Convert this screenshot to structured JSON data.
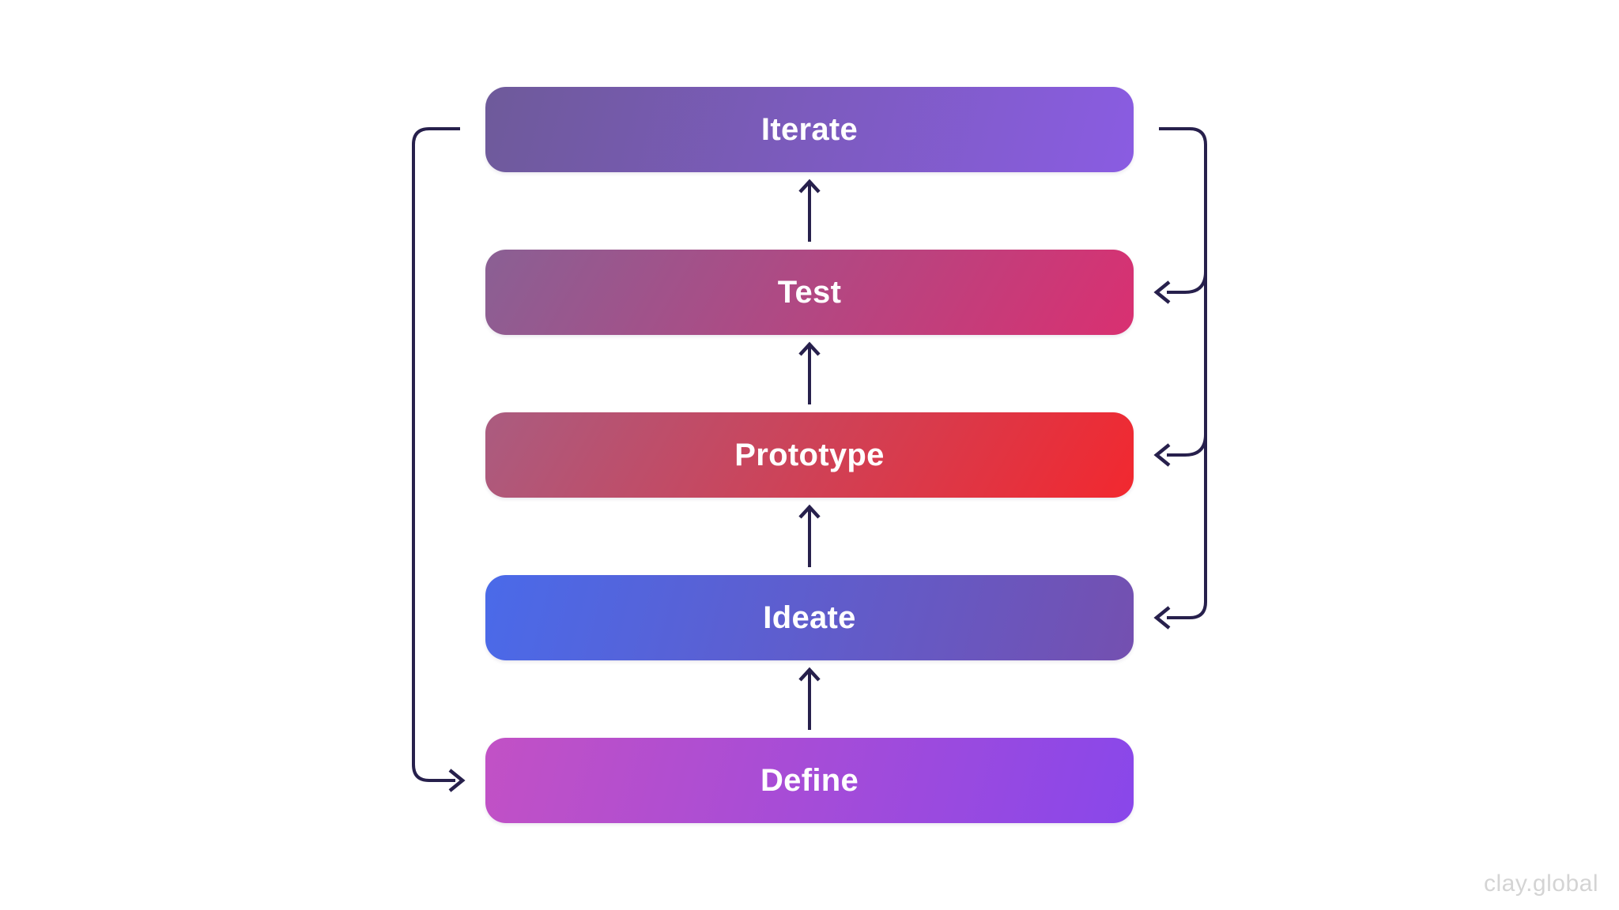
{
  "diagram": {
    "type": "process-flow",
    "stages": [
      {
        "label": "Iterate",
        "gradient_start": "#6e5a9a",
        "gradient_end": "#8a5ce2",
        "gradient_angle": "105deg"
      },
      {
        "label": "Test",
        "gradient_start": "#8a6094",
        "gradient_end": "#d93071",
        "gradient_angle": "120deg"
      },
      {
        "label": "Prototype",
        "gradient_start": "#aa5c80",
        "gradient_end": "#f2282f",
        "gradient_angle": "120deg"
      },
      {
        "label": "Ideate",
        "gradient_start": "#4a6ae9",
        "gradient_end": "#7450b0",
        "gradient_angle": "105deg"
      },
      {
        "label": "Define",
        "gradient_start": "#c251c5",
        "gradient_end": "#8947ea",
        "gradient_angle": "105deg"
      }
    ],
    "process_order": [
      "Define",
      "Ideate",
      "Prototype",
      "Test",
      "Iterate"
    ],
    "forward_arrows": [
      {
        "from": "Define",
        "to": "Ideate"
      },
      {
        "from": "Ideate",
        "to": "Prototype"
      },
      {
        "from": "Prototype",
        "to": "Test"
      },
      {
        "from": "Test",
        "to": "Iterate"
      }
    ],
    "feedback_arrows": [
      {
        "from": "Iterate",
        "to": "Define",
        "side": "left"
      },
      {
        "from": "Iterate",
        "to": "Test",
        "side": "right"
      },
      {
        "from": "Iterate",
        "to": "Prototype",
        "side": "right"
      },
      {
        "from": "Iterate",
        "to": "Ideate",
        "side": "right"
      }
    ],
    "arrow_color": "#27204c",
    "text_color": "#ffffff",
    "background_color": "#ffffff"
  },
  "watermark": "clay.global"
}
